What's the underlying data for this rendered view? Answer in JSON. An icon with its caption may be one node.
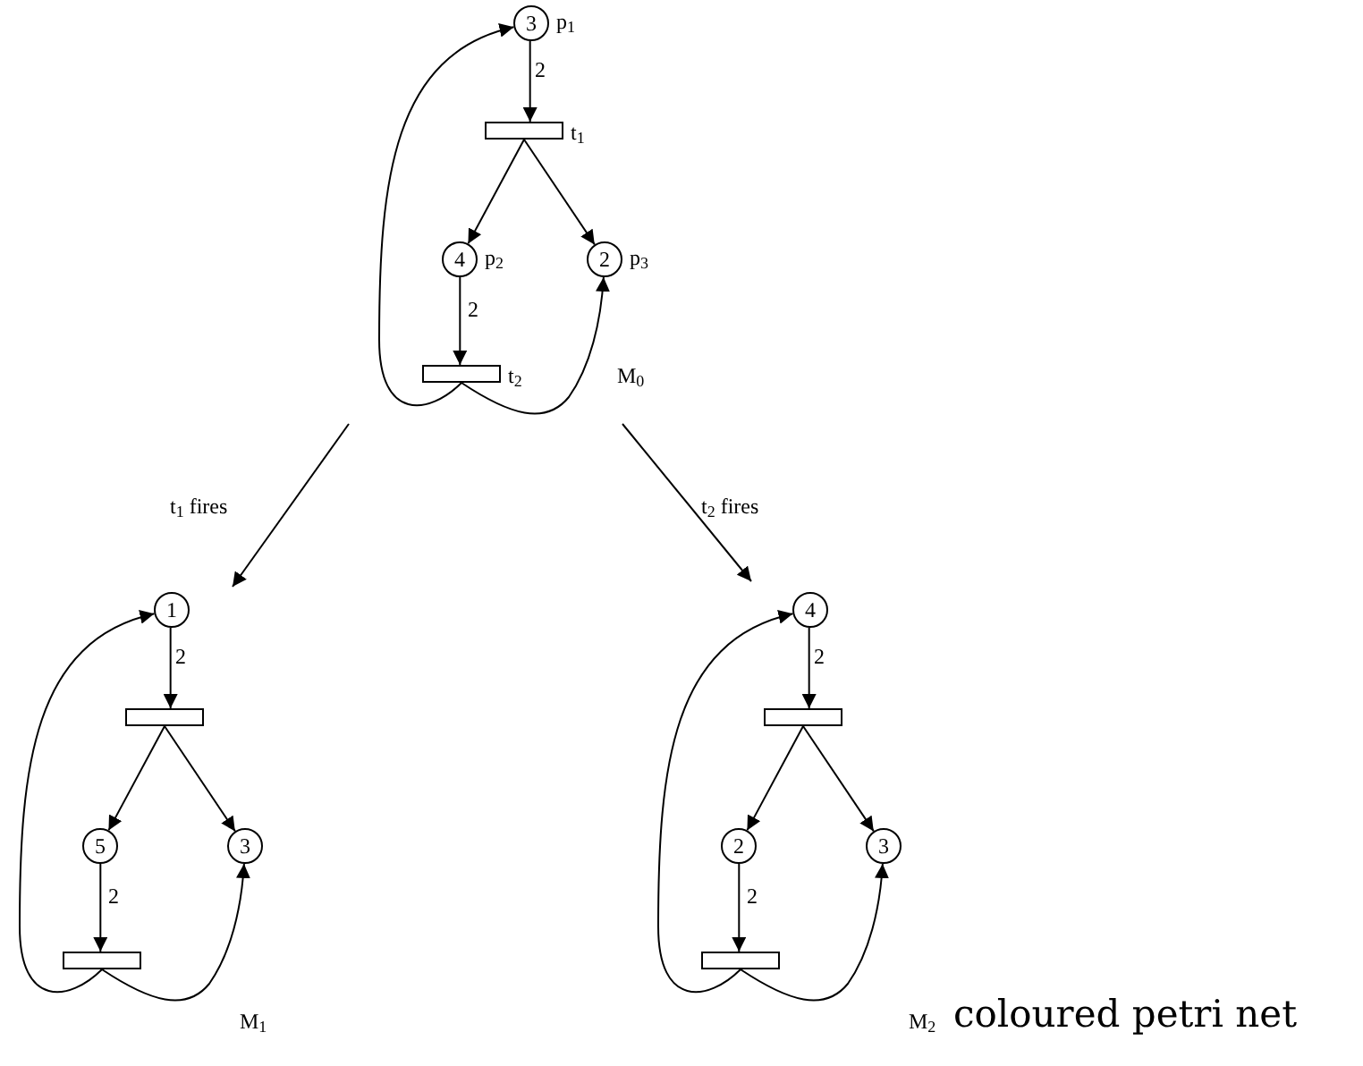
{
  "diagram": {
    "caption": "coloured petri net",
    "nodes": [
      {
        "text": [
          "3"
        ],
        "beside": [
          "p$_{1}$"
        ]
      },
      {
        "text": [],
        "shape": "bar",
        "beside": [
          "t$_{1}$"
        ]
      },
      {
        "text": [
          "4"
        ],
        "beside": [
          "p$_{2}$"
        ]
      },
      {
        "text": [
          "2"
        ],
        "beside": [
          "p$_{3}$"
        ]
      },
      {
        "text": [],
        "shape": "bar",
        "beside": [
          "t$_{2}$"
        ]
      },
      {
        "text": [
          "1"
        ]
      },
      {
        "text": [],
        "shape": "bar"
      },
      {
        "text": [
          "5"
        ]
      },
      {
        "text": [
          "3"
        ]
      },
      {
        "text": [],
        "shape": "bar"
      },
      {
        "text": [
          "4"
        ]
      },
      {
        "text": [],
        "shape": "bar"
      },
      {
        "text": [
          "2"
        ]
      },
      {
        "text": [
          "3"
        ]
      },
      {
        "text": [],
        "shape": "bar"
      }
    ],
    "edges": [
      {
        "from": 0,
        "to": 1,
        "arrow": "to",
        "label": "2"
      },
      {
        "from": 1,
        "to": 2,
        "arrow": "to"
      },
      {
        "from": 1,
        "to": 3,
        "arrow": "to"
      },
      {
        "from": 2,
        "to": 4,
        "arrow": "to",
        "label": "2"
      },
      {
        "from": 4,
        "to": 0,
        "arrow": "to"
      },
      {
        "from": 4,
        "to": 3,
        "arrow": "to"
      },
      {
        "from": 5,
        "to": 6,
        "arrow": "to",
        "label": "2"
      },
      {
        "from": 6,
        "to": 7,
        "arrow": "to"
      },
      {
        "from": 6,
        "to": 8,
        "arrow": "to"
      },
      {
        "from": 7,
        "to": 9,
        "arrow": "to",
        "label": "2"
      },
      {
        "from": 9,
        "to": 5,
        "arrow": "to"
      },
      {
        "from": 9,
        "to": 8,
        "arrow": "to"
      },
      {
        "from": 10,
        "to": 11,
        "arrow": "to",
        "label": "2"
      },
      {
        "from": 11,
        "to": 12,
        "arrow": "to"
      },
      {
        "from": 11,
        "to": 13,
        "arrow": "to"
      },
      {
        "from": 12,
        "to": 14,
        "arrow": "to",
        "label": "2"
      },
      {
        "from": 14,
        "to": 10,
        "arrow": "to"
      },
      {
        "from": 14,
        "to": 13,
        "arrow": "to"
      }
    ],
    "labels": [
      "M$_{0}$",
      "t$_{1}$ fires",
      "t$_{2}$ fires",
      "M$_{1}$",
      "M$_{2}$"
    ]
  }
}
